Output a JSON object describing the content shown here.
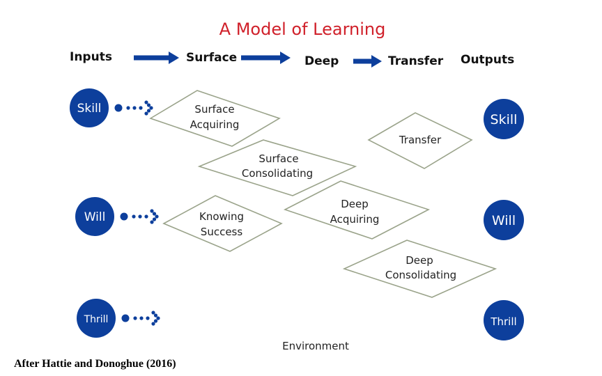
{
  "title": "A Model of Learning",
  "colors": {
    "title": "#d0202a",
    "circle": "#0d3f9c",
    "arrow": "#0d3f9c",
    "header_text": "#111111",
    "diamond_fill": "#ffffff",
    "diamond_stroke": "#9aa38a",
    "body_text": "#222222"
  },
  "stages": [
    {
      "id": "inputs",
      "label": "Inputs"
    },
    {
      "id": "surface",
      "label": "Surface"
    },
    {
      "id": "deep",
      "label": "Deep"
    },
    {
      "id": "transfer",
      "label": "Transfer"
    },
    {
      "id": "outputs",
      "label": "Outputs"
    }
  ],
  "inputs": [
    {
      "id": "skill",
      "label": "Skill"
    },
    {
      "id": "will",
      "label": "Will"
    },
    {
      "id": "thrill",
      "label": "Thrill"
    }
  ],
  "outputs": [
    {
      "id": "skill",
      "label": "Skill"
    },
    {
      "id": "will",
      "label": "Will"
    },
    {
      "id": "thrill",
      "label": "Thrill"
    }
  ],
  "phases": [
    {
      "id": "surface-acquiring",
      "lines": [
        "Surface",
        "Acquiring"
      ]
    },
    {
      "id": "transfer",
      "lines": [
        "Transfer"
      ]
    },
    {
      "id": "surface-consolidating",
      "lines": [
        "Surface",
        "Consolidating"
      ]
    },
    {
      "id": "knowing-success",
      "lines": [
        "Knowing",
        "Success"
      ]
    },
    {
      "id": "deep-acquiring",
      "lines": [
        "Deep",
        "Acquiring"
      ]
    },
    {
      "id": "deep-consolidating",
      "lines": [
        "Deep",
        "Consolidating"
      ]
    }
  ],
  "environment_label": "Environment",
  "caption": "After Hattie and Donoghue (2016)"
}
